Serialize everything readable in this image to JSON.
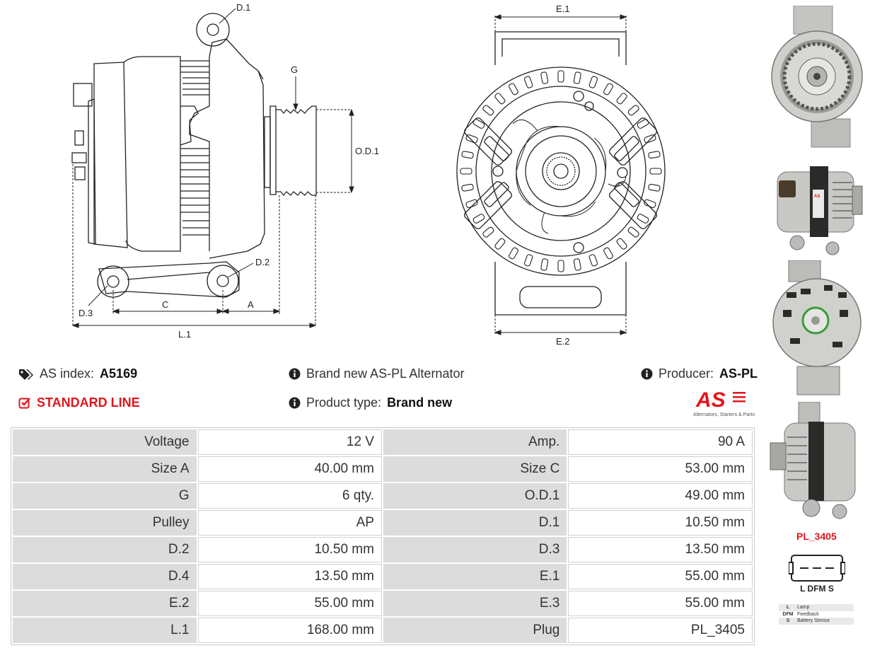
{
  "diagram_labels": {
    "d1": "D.1",
    "g": "G",
    "od1": "O.D.1",
    "d2": "D.2",
    "d3": "D.3",
    "c": "C",
    "a": "A",
    "l1": "L.1",
    "e1": "E.1",
    "e2": "E.2"
  },
  "info": {
    "as_index_label": "AS index:",
    "as_index_value": "A5169",
    "standard_line": "STANDARD LINE",
    "brand_new_text": "Brand new AS-PL Alternator",
    "product_type_label": "Product type:",
    "product_type_value": "Brand new",
    "producer_label": "Producer:",
    "producer_value": "AS-PL"
  },
  "logo": {
    "mark": "AS",
    "tagline": "Alternators, Starters & Parts"
  },
  "specs": [
    [
      "Voltage",
      "12 V",
      "Amp.",
      "90 A"
    ],
    [
      "Size A",
      "40.00 mm",
      "Size C",
      "53.00 mm"
    ],
    [
      "G",
      "6 qty.",
      "O.D.1",
      "49.00 mm"
    ],
    [
      "Pulley",
      "AP",
      "D.1",
      "10.50 mm"
    ],
    [
      "D.2",
      "10.50 mm",
      "D.3",
      "13.50 mm"
    ],
    [
      "D.4",
      "13.50 mm",
      "E.1",
      "55.00 mm"
    ],
    [
      "E.2",
      "55.00 mm",
      "E.3",
      "55.00 mm"
    ],
    [
      "L.1",
      "168.00 mm",
      "Plug",
      "PL_3405"
    ]
  ],
  "plug": {
    "code": "PL_3405",
    "pins": "L DFM S",
    "legend": [
      {
        "key": "L",
        "desc": "Lamp"
      },
      {
        "key": "DFM",
        "desc": "Feedback"
      },
      {
        "key": "S",
        "desc": "Battery Sensor"
      }
    ]
  },
  "colors": {
    "accent_red": "#e3161c",
    "label_bg": "#dcdcdc"
  }
}
